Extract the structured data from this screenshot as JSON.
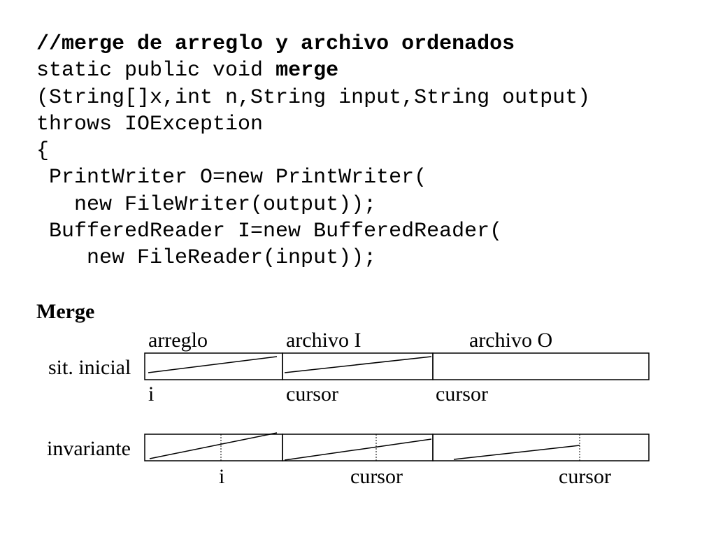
{
  "code": {
    "comment": "//merge de arreglo y archivo ordenados",
    "sig_prefix": "static public void ",
    "sig_name": "merge",
    "params": "(String[]x,int n,String input,String output)",
    "throws": "throws IOException",
    "open_brace": "{",
    "pw_line1": " PrintWriter O=new PrintWriter(",
    "pw_line2": "   new FileWriter(output));",
    "br_line1": " BufferedReader I=new BufferedReader(",
    "br_line2": "    new FileReader(input));"
  },
  "diagram": {
    "heading": "Merge",
    "columns": {
      "arreglo": "arreglo",
      "archivo_i": "archivo I",
      "archivo_o": "archivo O"
    },
    "initial": {
      "label": "sit. inicial",
      "marker_i": "i",
      "cursor_i": "cursor",
      "cursor_o": "cursor"
    },
    "invariant": {
      "label": "invariante",
      "marker_i": "i",
      "cursor_i": "cursor",
      "cursor_o": "cursor"
    }
  }
}
